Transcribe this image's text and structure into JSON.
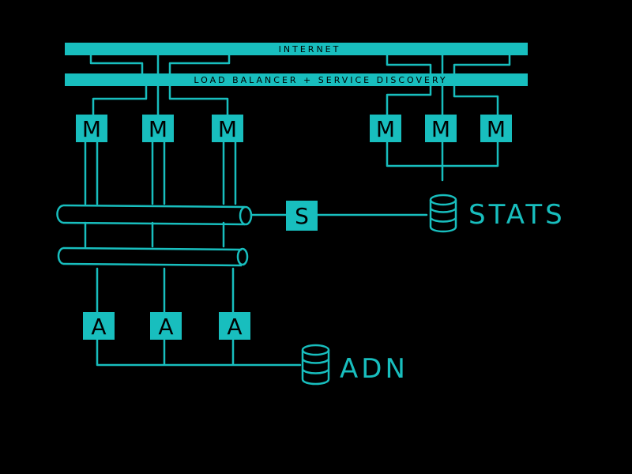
{
  "colors": {
    "background": "#000000",
    "accent": "#18bebe"
  },
  "bars": {
    "internet": "INTERNET",
    "load_balancer": "LOAD BALANCER + SERVICE DISCOVERY"
  },
  "nodes": {
    "m_label": "M",
    "s_label": "S",
    "a_label": "A"
  },
  "databases": {
    "stats": "STATS",
    "adn": "ADN"
  }
}
